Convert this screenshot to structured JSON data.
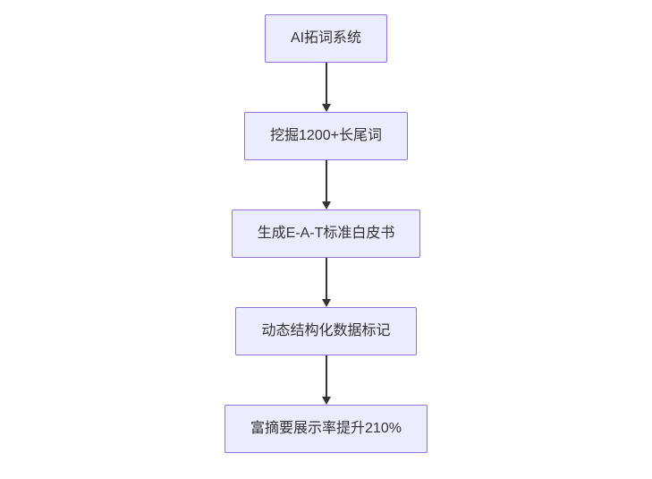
{
  "diagram": {
    "type": "flowchart",
    "direction": "top-down",
    "nodes": [
      {
        "id": "n1",
        "label": "AI拓词系统"
      },
      {
        "id": "n2",
        "label": "挖掘1200+长尾词"
      },
      {
        "id": "n3",
        "label": "生成E-A-T标准白皮书"
      },
      {
        "id": "n4",
        "label": "动态结构化数据标记"
      },
      {
        "id": "n5",
        "label": "富摘要展示率提升210%"
      }
    ],
    "edges": [
      {
        "from": "n1",
        "to": "n2"
      },
      {
        "from": "n2",
        "to": "n3"
      },
      {
        "from": "n3",
        "to": "n4"
      },
      {
        "from": "n4",
        "to": "n5"
      }
    ],
    "colors": {
      "node_fill": "#ECECFF",
      "node_border": "#9370DB",
      "arrow": "#333333",
      "text": "#333333",
      "background": "#FFFFFF"
    }
  }
}
